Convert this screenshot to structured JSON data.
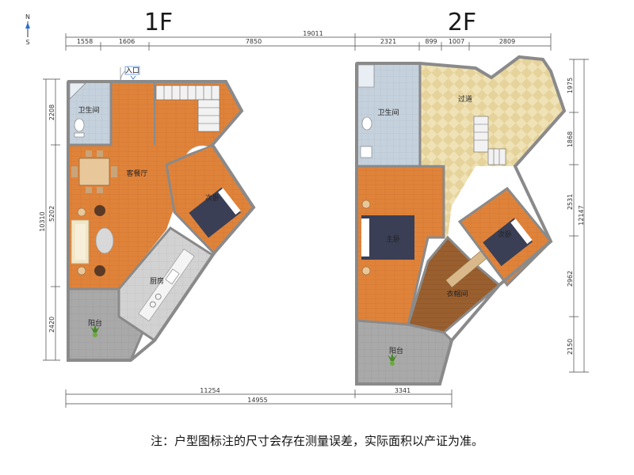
{
  "compass": {
    "north": "N",
    "south": "S"
  },
  "floors": {
    "f1": {
      "title": "1F",
      "entrance": "入口",
      "rooms": {
        "bathroom": "卫生间",
        "living_dining": "客餐厅",
        "bedroom": "次卧",
        "kitchen": "厨房",
        "balcony": "阳台"
      },
      "dims_top": [
        "1558",
        "1606",
        "7850"
      ],
      "dims_left": [
        "2208",
        "5202",
        "2420"
      ],
      "dim_left_total": "10310",
      "dims_bottom": [
        "11254"
      ]
    },
    "f2": {
      "title": "2F",
      "rooms": {
        "bathroom": "卫生间",
        "corridor": "过道",
        "master_bedroom": "主卧",
        "bedroom": "次卧",
        "cloakroom": "衣帽间",
        "balcony": "阳台"
      },
      "dims_top": [
        "2321",
        "899",
        "1007",
        "2809"
      ],
      "dims_right": [
        "1975",
        "1868",
        "2531",
        "2962",
        "2150"
      ],
      "dim_right_total": "12147",
      "dims_bottom": [
        "3341"
      ]
    }
  },
  "dim_top_total": "19011",
  "dim_bottom_total": "14955",
  "note": "注：户型图标注的尺寸会存在测量误差，实际面积以产证为准。",
  "colors": {
    "wall": "#8a8a8a",
    "wood_floor": "#e0833a",
    "bathroom_tile": "#c5d1dc",
    "kitchen_tile": "#d2d2d2",
    "balcony_tile": "#a9a9a9",
    "corridor_tile": "#efe2b6",
    "cloakroom_floor": "#9a5f2e",
    "dimension_line": "#444444"
  }
}
